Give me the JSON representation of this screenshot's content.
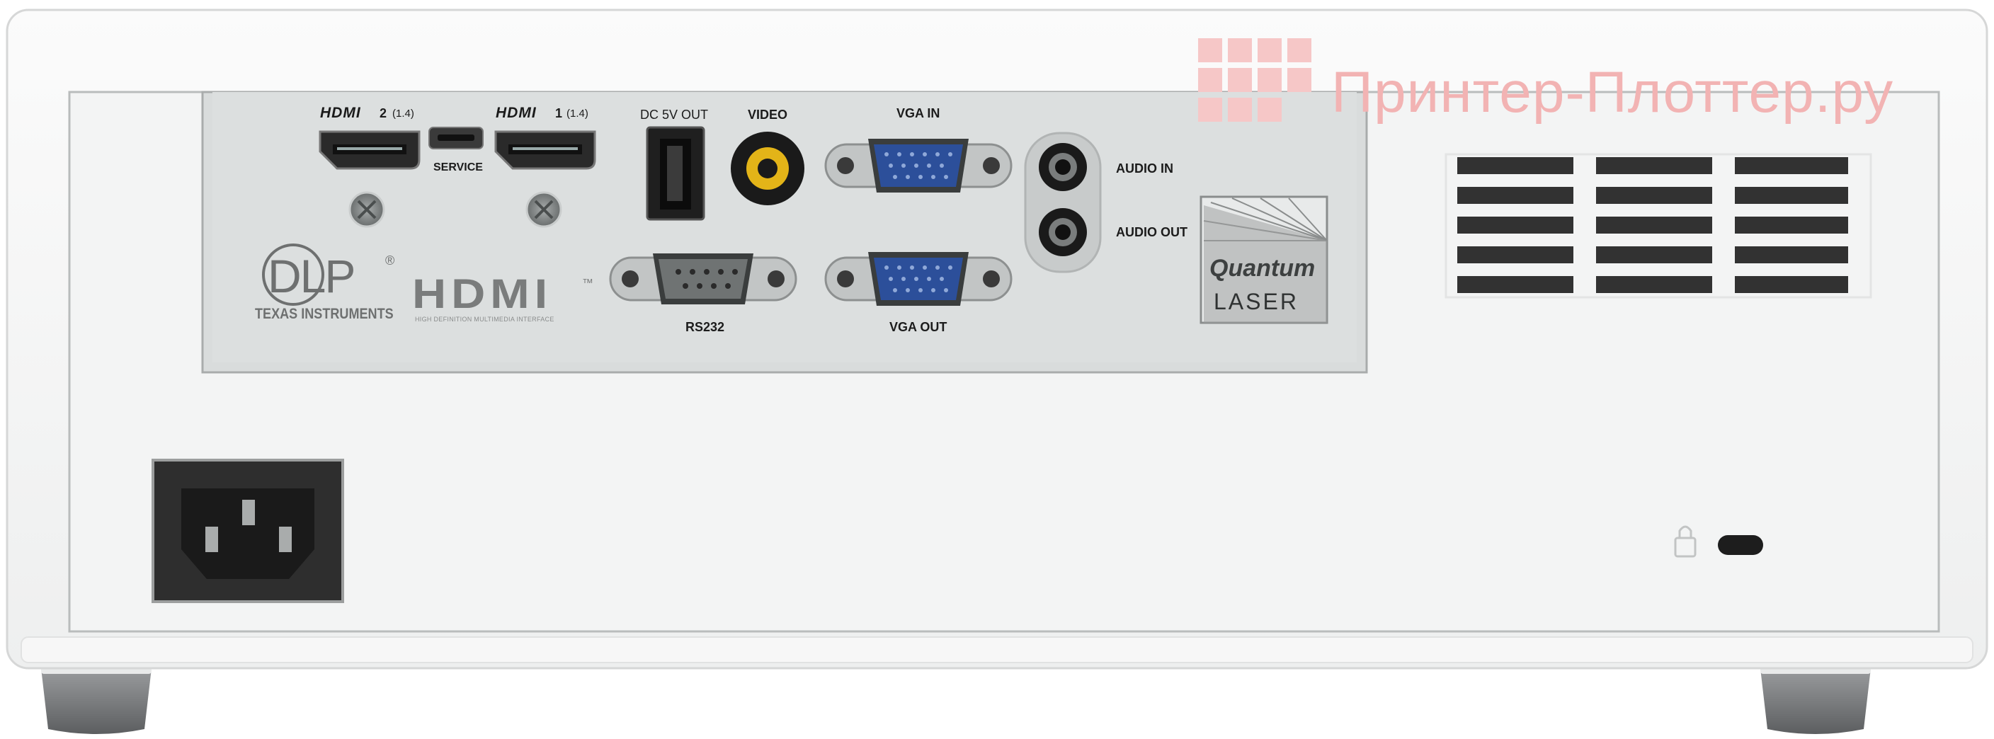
{
  "watermark": {
    "text": "Принтер-Плоттер.ру",
    "color": "#f2b3b3"
  },
  "panel": {
    "hdmi2": {
      "brand": "HDMI",
      "number": "2",
      "version": "(1.4)"
    },
    "hdmi1": {
      "brand": "HDMI",
      "number": "1",
      "version": "(1.4)"
    },
    "service": "SERVICE",
    "dc_out": "DC 5V OUT",
    "video": "VIDEO",
    "vga_in": "VGA IN",
    "vga_out": "VGA OUT",
    "rs232": "RS232",
    "audio_in": "AUDIO IN",
    "audio_out": "AUDIO OUT"
  },
  "logos": {
    "dlp": {
      "text": "DLP",
      "reg": "®",
      "maker": "TEXAS INSTRUMENTS"
    },
    "hdmi": {
      "text": "HDMI",
      "tm": "™",
      "tagline": "HIGH DEFINITION MULTIMEDIA INTERFACE"
    },
    "quantum": {
      "line1": "Quantum",
      "line2": "LASER"
    }
  },
  "colors": {
    "body": "#f4f5f5",
    "panel": "#d9dcdc",
    "vga_port": "#2c4f9a",
    "video_port": "#e3b418",
    "foot": "#7f8183"
  }
}
